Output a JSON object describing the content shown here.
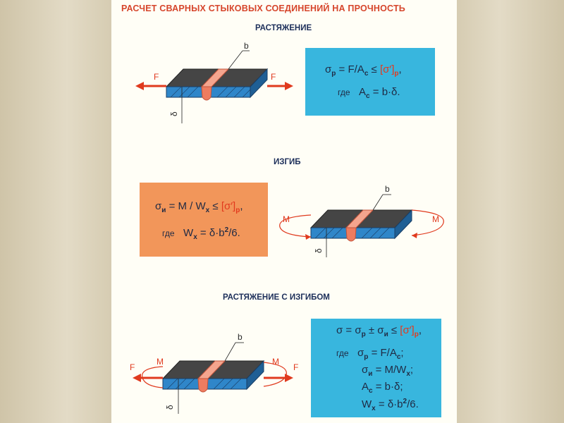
{
  "title": "РАСЧЕТ СВАРНЫХ СТЫКОВЫХ СОЕДИНЕНИЙ НА ПРОЧНОСТЬ",
  "sections": {
    "tension": {
      "heading": "РАСТЯЖЕНИЕ",
      "labels": {
        "force_left": "F",
        "force_right": "F",
        "width": "b",
        "thickness": "δ"
      },
      "formula": {
        "l1_sigma": "σ",
        "l1_sub": "р",
        "l1_eq": " = F/A",
        "l1_eq_sub": "с",
        "l1_le": " ≤ ",
        "l1_allow": "[σ′]",
        "l1_allow_sub": "р",
        "l1_end": ",",
        "where": "где",
        "l2_a": "A",
        "l2_a_sub": "с",
        "l2_rest": " = b·δ."
      }
    },
    "bending": {
      "heading": "ИЗГИБ",
      "labels": {
        "moment_left": "M",
        "moment_right": "M",
        "width": "b",
        "thickness": "δ"
      },
      "formula": {
        "l1_sigma": "σ",
        "l1_sub": "и",
        "l1_eq": " = M / W",
        "l1_eq_sub": "x",
        "l1_le": " ≤ ",
        "l1_allow": "[σ′]",
        "l1_allow_sub": "р",
        "l1_end": ",",
        "where": "где",
        "l2_w": "W",
        "l2_w_sub": "x",
        "l2_mid": " = δ·b",
        "l2_sup": "2",
        "l2_end": "/6."
      }
    },
    "combined": {
      "heading": "РАСТЯЖЕНИЕ С ИЗГИБОМ",
      "labels": {
        "force_left": "F",
        "force_right": "F",
        "moment_left": "M",
        "moment_right": "M",
        "width": "b",
        "thickness": "δ"
      },
      "formula": {
        "l1_sigma": "σ",
        "l1_eq": " = σ",
        "l1_eq_sub": "р",
        "l1_pm": " ± σ",
        "l1_pm_sub": "и",
        "l1_le": " ≤ ",
        "l1_allow": "[σ′]",
        "l1_allow_sub": "р",
        "l1_end": ",",
        "where": "где",
        "l2_sigma": "σ",
        "l2_sub": "р",
        "l2_rest": " = F/A",
        "l2_rest_sub": "с",
        "l2_end": ";",
        "l3_sigma": "σ",
        "l3_sub": "и",
        "l3_rest": " = M/W",
        "l3_rest_sub": "x",
        "l3_end": ";",
        "l4_a": "A",
        "l4_sub": "с",
        "l4_rest": " = b·δ;",
        "l5_w": "W",
        "l5_sub": "x",
        "l5_mid": " = δ·b",
        "l5_sup": "2",
        "l5_end": "/6."
      }
    }
  },
  "colors": {
    "blue_box": "#38b6de",
    "orange_box": "#f2965a",
    "title_red": "#d6452b",
    "force_arrow": "#e03a1e",
    "plate_top": "#3c3c3c",
    "plate_side": "#2b7fc4",
    "weld": "#f08a70"
  }
}
